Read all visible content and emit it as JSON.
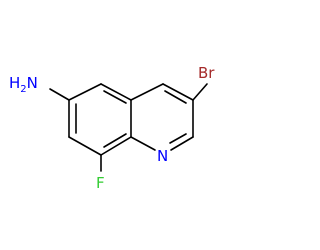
{
  "molecule": {
    "atoms": {
      "amine": "H2N",
      "amine_h": "H",
      "amine_sub": "2",
      "amine_n": "N",
      "bromo": "Br",
      "ring_nitrogen": "N",
      "fluoro": "F"
    },
    "colors": {
      "bond": "#000000",
      "nitrogen": "#0000ff",
      "bromine": "#a52a2a",
      "fluorine": "#33cc33",
      "background": "#ffffff"
    }
  }
}
